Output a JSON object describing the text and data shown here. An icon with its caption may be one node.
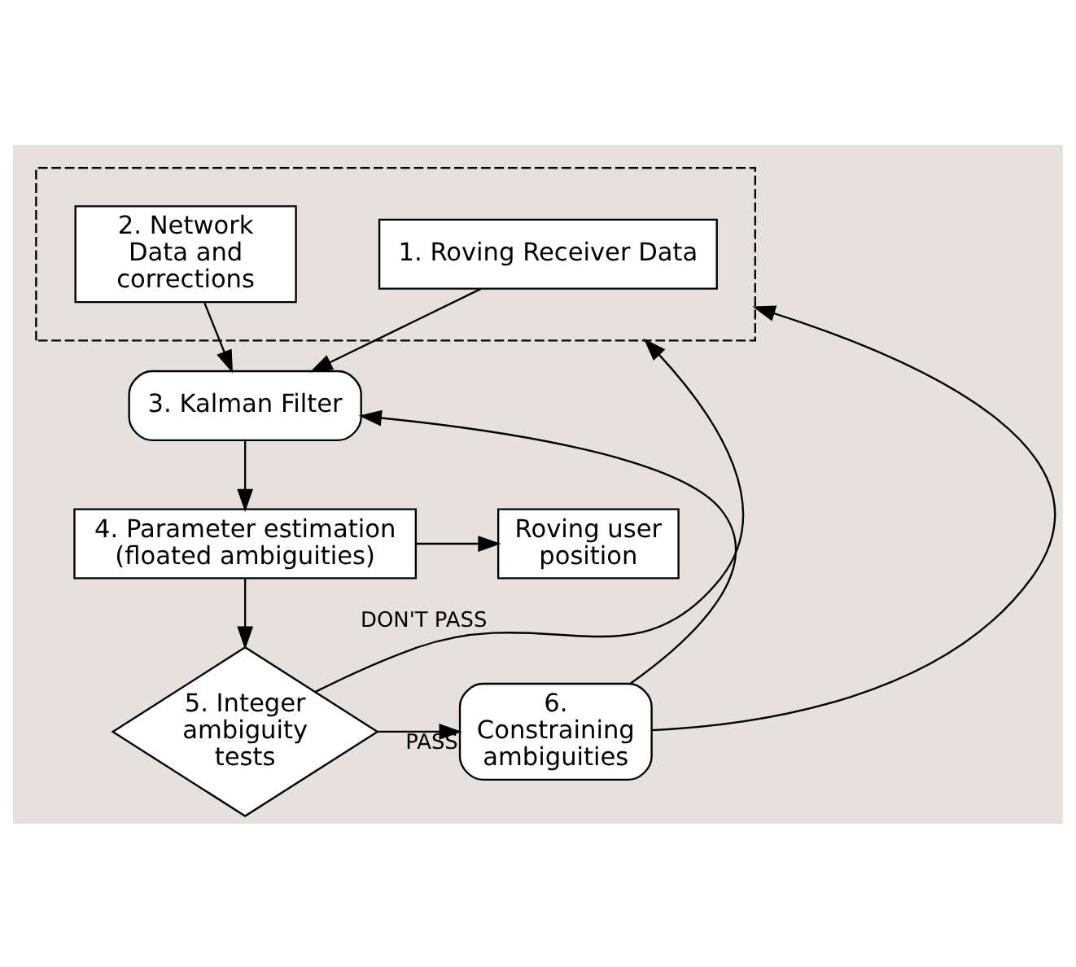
{
  "diagram": {
    "nodes": [
      {
        "text": [],
        "shape": "box"
      },
      {
        "text": [
          "1. Roving Receiver Data"
        ],
        "in": 0
      },
      {
        "text": [
          "2. Network Data and corrections"
        ],
        "in": 0
      },
      {
        "text": [
          "3. Kalman Filter"
        ]
      },
      {
        "text": [
          "4. Parameter estimation (floated ambiguities)"
        ]
      },
      {
        "text": [
          "Roving user position"
        ]
      },
      {
        "text": [
          "5. Integer ambiguity tests"
        ]
      },
      {
        "text": [
          "6. Constraining ambiguities"
        ]
      }
    ],
    "edges": [
      {
        "from": 1,
        "to": 3,
        "arrow": "to"
      },
      {
        "from": 2,
        "to": 3,
        "arrow": "to"
      },
      {
        "from": 3,
        "to": 4,
        "arrow": "to"
      },
      {
        "from": 4,
        "to": 5,
        "arrow": "to"
      },
      {
        "from": 4,
        "to": 6,
        "arrow": "to"
      },
      {
        "from": 6,
        "to": 7,
        "arrow": "to",
        "label": "PASS"
      },
      {
        "from": 7,
        "to": 3,
        "arrow": "to"
      },
      {
        "from": 6,
        "to": 0,
        "arrow": "to",
        "label": "DON'T PASS"
      },
      {
        "from": 7,
        "to": 0,
        "arrow": "to"
      }
    ]
  }
}
